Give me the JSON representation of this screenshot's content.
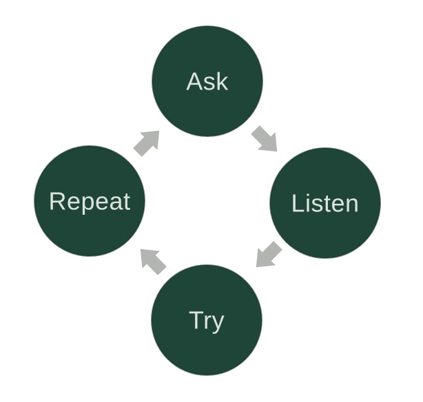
{
  "diagram": {
    "type": "cycle",
    "nodes": [
      {
        "id": "ask",
        "label": "Ask"
      },
      {
        "id": "listen",
        "label": "Listen"
      },
      {
        "id": "try",
        "label": "Try"
      },
      {
        "id": "repeat",
        "label": "Repeat"
      }
    ],
    "arrows": [
      {
        "from": "ask",
        "to": "listen",
        "direction": "down-right"
      },
      {
        "from": "listen",
        "to": "try",
        "direction": "down-left"
      },
      {
        "from": "try",
        "to": "repeat",
        "direction": "up-left"
      },
      {
        "from": "repeat",
        "to": "ask",
        "direction": "up-right"
      }
    ],
    "colors": {
      "node_fill": "#1e4537",
      "node_edge": "#14301f",
      "node_text": "#dde4df",
      "arrow": "#b3b5b2",
      "background": "#ffffff"
    }
  }
}
